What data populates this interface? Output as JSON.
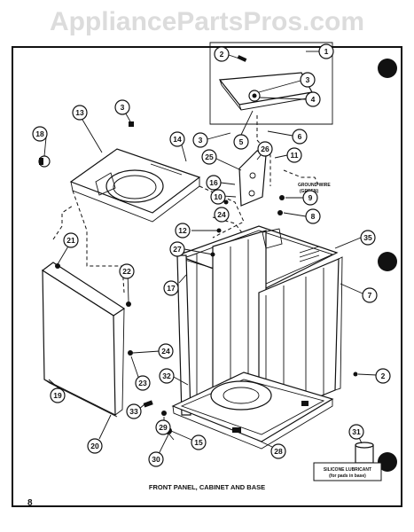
{
  "header": {
    "watermark": "AppliancePartsPros.com"
  },
  "caption": "FRONT PANEL, CABINET AND BASE",
  "page_number": "8",
  "notes": {
    "ground_wire": [
      "GROUND WIRE",
      "(GREEN)"
    ],
    "silicone": [
      "SILICONE LUBRICANT",
      "(for pads in base)"
    ]
  },
  "callouts": {
    "c1": "1",
    "c2a": "2",
    "c2b": "2",
    "c3a": "3",
    "c3b": "3",
    "c3c": "3",
    "c4": "4",
    "c5": "5",
    "c6": "6",
    "c7": "7",
    "c8": "8",
    "c9": "9",
    "c10": "10",
    "c11": "11",
    "c12": "12",
    "c13": "13",
    "c14": "14",
    "c15": "15",
    "c16": "16",
    "c17": "17",
    "c18": "18",
    "c19": "19",
    "c20": "20",
    "c21": "21",
    "c22": "22",
    "c23": "23",
    "c24a": "24",
    "c24b": "24",
    "c25": "25",
    "c26": "26",
    "c27": "27",
    "c28": "28",
    "c29": "29",
    "c30": "30",
    "c31": "31",
    "c32": "32",
    "c33": "33",
    "c35": "35"
  }
}
